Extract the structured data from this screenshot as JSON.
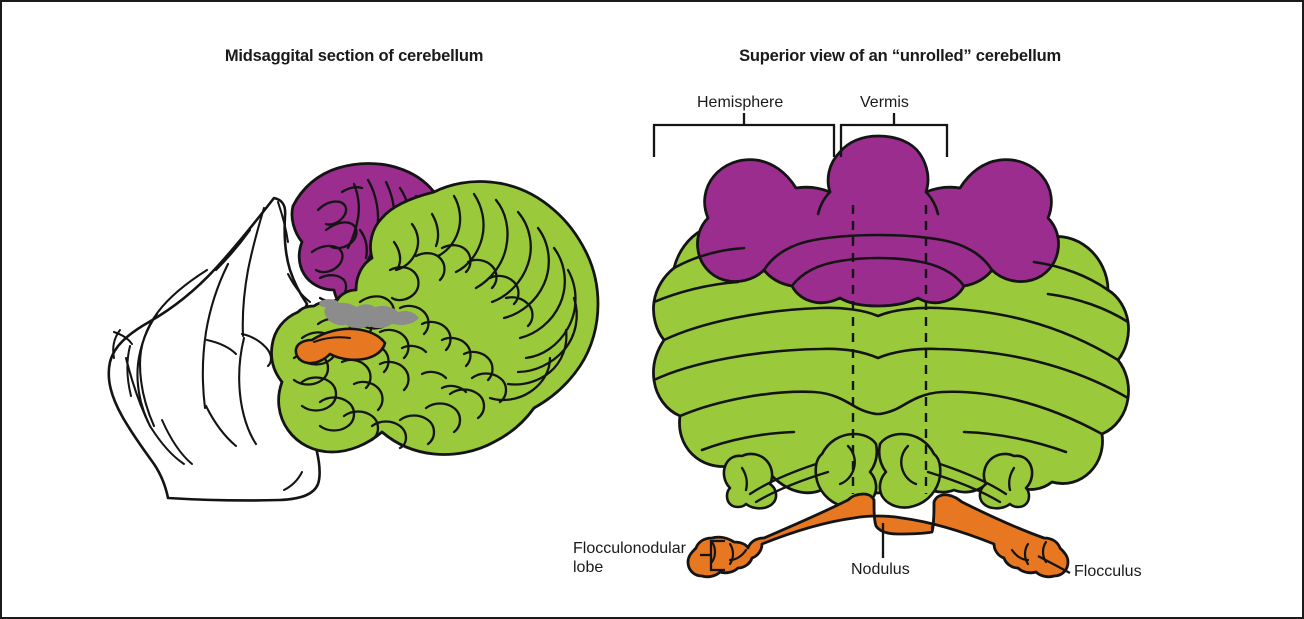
{
  "figure": {
    "domain": "anatomical-diagram",
    "subject": "cerebellum",
    "background": "#ffffff",
    "border_color": "#1a1a1a"
  },
  "panels": {
    "left": {
      "title": "Midsaggital section of cerebellum",
      "regions": [
        {
          "name": "brainstem",
          "color": "#ffffff",
          "label": ""
        },
        {
          "name": "anterior-lobe",
          "color": "#9B2D8F",
          "label": ""
        },
        {
          "name": "posterior-lobe",
          "color": "#9ACA3C",
          "label": ""
        },
        {
          "name": "gray-structure",
          "color": "#8C8C8C",
          "label": ""
        },
        {
          "name": "flocculonodular-lobe",
          "color": "#E87722",
          "label": ""
        }
      ]
    },
    "right": {
      "title": "Superior view of an “unrolled” cerebellum",
      "regions": [
        {
          "name": "anterior-lobe",
          "color": "#9B2D8F",
          "label": ""
        },
        {
          "name": "posterior-lobe",
          "color": "#9ACA3C",
          "label": ""
        },
        {
          "name": "flocculonodular-lobe",
          "color": "#E87722",
          "label": ""
        }
      ]
    }
  },
  "labels": {
    "hemisphere": "Hemisphere",
    "vermis": "Vermis",
    "nodulus": "Nodulus",
    "flocculus": "Flocculus",
    "flocculonodular_lobe": "Flocculonodular lobe"
  },
  "colors": {
    "purple": "#9B2D8F",
    "green": "#9ACA3C",
    "orange": "#E87722",
    "gray": "#8C8C8C",
    "outline": "#141414",
    "text": "#1a1a1a"
  }
}
